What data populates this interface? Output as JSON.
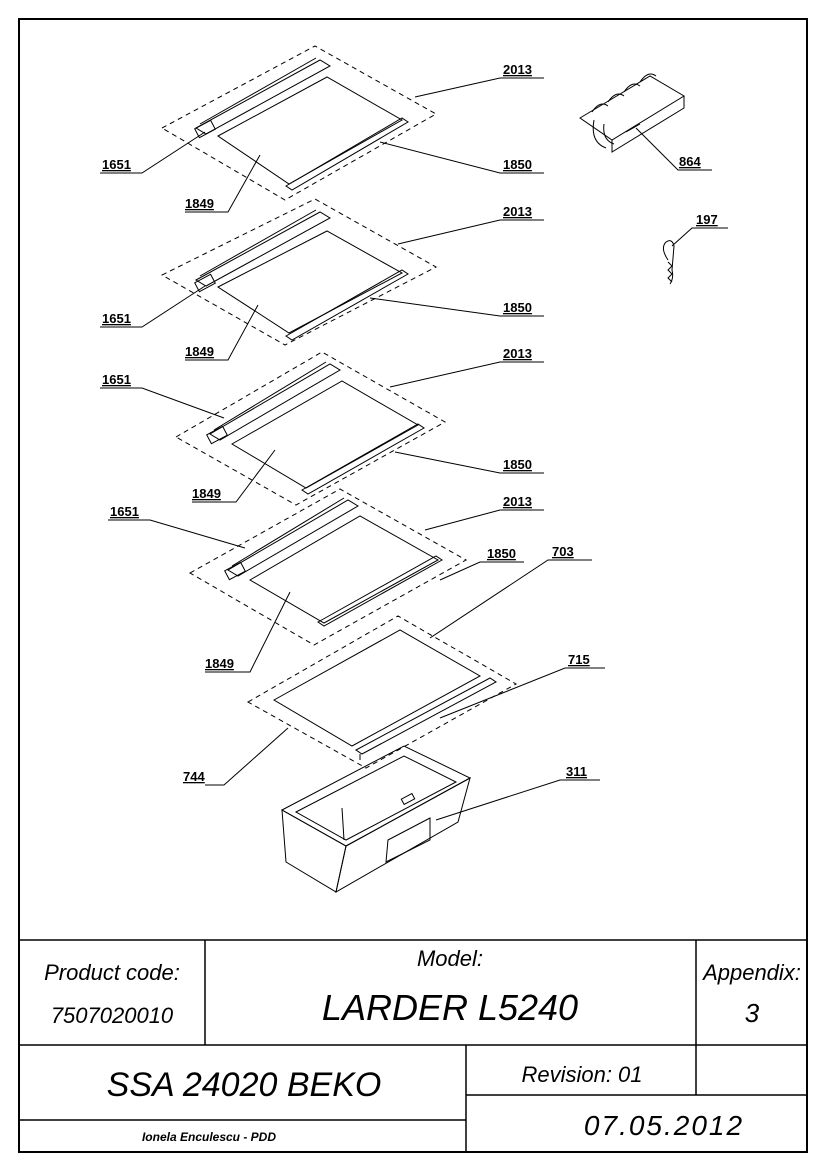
{
  "callouts": {
    "c2013_a": "2013",
    "c1651_a": "1651",
    "c1849_a": "1849",
    "c1850_a": "1850",
    "c2013_b": "2013",
    "c1651_b": "1651",
    "c1849_b": "1849",
    "c1850_b": "1850",
    "c2013_c": "2013",
    "c1651_c": "1651",
    "c1849_c": "1849",
    "c1850_c": "1850",
    "c2013_d": "2013",
    "c1651_d": "1651",
    "c1849_d": "1849",
    "c1850_d": "1850",
    "c703": "703",
    "c715": "715",
    "c744": "744",
    "c311": "311",
    "c864": "864",
    "c197": "197"
  },
  "title_block": {
    "product_code_label": "Product code:",
    "product_code_value": "7507020010",
    "model_label": "Model:",
    "model_value": "LARDER L5240",
    "appendix_label": "Appendix:",
    "appendix_value": "3",
    "project": "SSA 24020 BEKO",
    "revision": "Revision: 01",
    "author": "Ionela Enculescu - PDD",
    "date": "07.05.2012"
  }
}
